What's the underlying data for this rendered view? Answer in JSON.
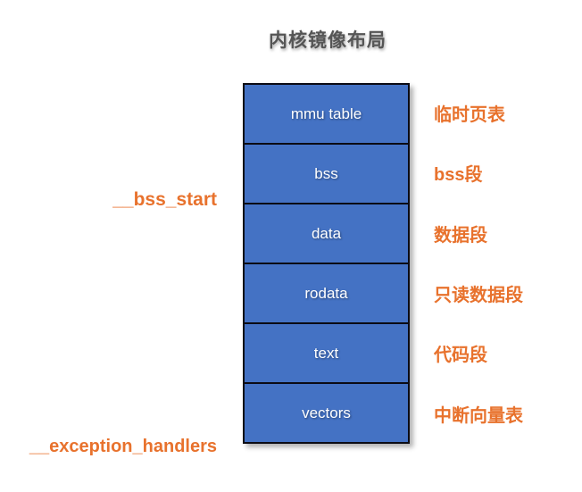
{
  "title": "内核镜像布局",
  "colors": {
    "box_fill": "#4472C4",
    "box_border": "#0b0b14",
    "box_text": "#FFFFFF",
    "annotation_text": "#E8722D",
    "title_text": "#555555",
    "background": "#FFFFFF"
  },
  "stack": {
    "rows": [
      {
        "label": "mmu table",
        "annotation": "临时页表"
      },
      {
        "label": "bss",
        "annotation": "bss段"
      },
      {
        "label": "data",
        "annotation": "数据段"
      },
      {
        "label": "rodata",
        "annotation": "只读数据段"
      },
      {
        "label": "text",
        "annotation": "代码段"
      },
      {
        "label": "vectors",
        "annotation": "中断向量表"
      }
    ]
  },
  "markers": {
    "bss_start": "__bss_start",
    "exception_handlers": "__exception_handlers"
  }
}
